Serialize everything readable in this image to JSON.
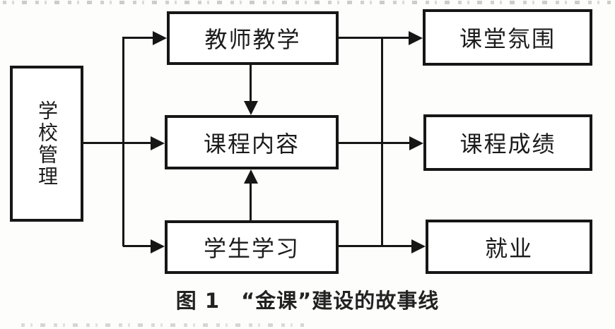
{
  "figure": {
    "caption": "图 1　“金课”建设的故事线",
    "nodes": {
      "school_management": {
        "label": "学校管理"
      },
      "teacher_teaching": {
        "label": "教师教学"
      },
      "course_content": {
        "label": "课程内容"
      },
      "student_learning": {
        "label": "学生学习"
      },
      "classroom_atmosphere": {
        "label": "课堂氛围"
      },
      "course_grades": {
        "label": "课程成绩"
      },
      "employment": {
        "label": "就业"
      }
    },
    "edges": [
      {
        "from": "学校管理",
        "to": "教师教学"
      },
      {
        "from": "学校管理",
        "to": "课程内容"
      },
      {
        "from": "学校管理",
        "to": "学生学习"
      },
      {
        "from": "教师教学",
        "to": "课程内容"
      },
      {
        "from": "学生学习",
        "to": "课程内容"
      },
      {
        "from": "教师教学",
        "to": "课堂氛围"
      },
      {
        "from": "课程内容",
        "to": "课程成绩"
      },
      {
        "from": "学生学习",
        "to": "就业"
      }
    ],
    "colors": {
      "line": "#161616",
      "background": "#fdfdfc"
    }
  }
}
